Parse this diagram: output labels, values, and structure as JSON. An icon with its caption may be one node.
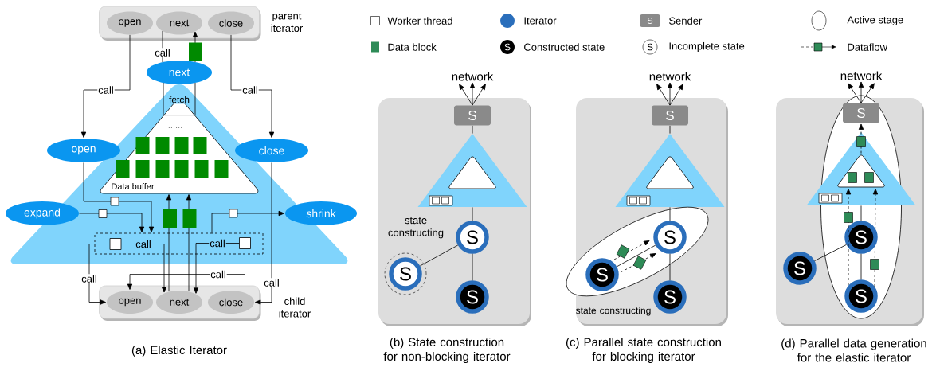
{
  "diagram": {
    "nodes": [
      {
        "text": [
          "parent iterator"
        ]
      },
      {
        "text": [
          "open"
        ],
        "in": 0
      },
      {
        "text": [
          "next"
        ],
        "in": 0
      },
      {
        "text": [
          "close"
        ],
        "in": 0
      },
      {
        "text": [
          "next"
        ]
      },
      {
        "text": [
          "open"
        ]
      },
      {
        "text": [
          "close"
        ]
      },
      {
        "text": [
          "Data buffer"
        ]
      },
      {
        "text": [
          "expand"
        ]
      },
      {
        "text": [
          "shrink"
        ]
      },
      {
        "text": [],
        "shape": "box"
      },
      {
        "text": [],
        "shape": "box",
        "in": 10
      },
      {
        "text": [],
        "shape": "box",
        "in": 10
      },
      {
        "text": [
          "child iterator"
        ]
      },
      {
        "text": [
          "open"
        ],
        "in": 13
      },
      {
        "text": [
          "next"
        ],
        "in": 13
      },
      {
        "text": [
          "close"
        ],
        "in": 13
      },
      {
        "text": [
          "network"
        ]
      },
      {
        "text": [
          "S"
        ]
      },
      {
        "text": [],
        "shape": "triangle"
      },
      {
        "text": [
          "S"
        ]
      },
      {
        "text": [
          "S"
        ],
        "beside": [
          "state constructing"
        ]
      },
      {
        "text": [
          "S"
        ]
      },
      {
        "text": [
          "network"
        ]
      },
      {
        "text": [
          "S"
        ]
      },
      {
        "text": [],
        "shape": "triangle"
      },
      {
        "text": [],
        "shape": "ellipse"
      },
      {
        "text": [
          "S"
        ],
        "in": 26
      },
      {
        "text": [
          "S"
        ],
        "in": 26
      },
      {
        "text": [
          "S"
        ]
      },
      {
        "text": [
          "network"
        ]
      },
      {
        "text": [],
        "shape": "ellipse"
      },
      {
        "text": [
          "S"
        ],
        "in": 31
      },
      {
        "text": [],
        "shape": "triangle"
      },
      {
        "text": [
          "S"
        ],
        "in": 31
      },
      {
        "text": [
          "S"
        ]
      },
      {
        "text": [
          "S"
        ],
        "in": 31
      }
    ],
    "edges": [
      {
        "from": 1,
        "to": 5,
        "arrow": "to",
        "label": "call"
      },
      {
        "from": 2,
        "to": 4,
        "arrow": "none",
        "label": "call"
      },
      {
        "from": 4,
        "to": 2,
        "arrow": "to"
      },
      {
        "from": 4,
        "to": 7,
        "arrow": "none",
        "label": "fetch"
      },
      {
        "from": 3,
        "to": 6,
        "arrow": "to",
        "label": "call"
      },
      {
        "from": 5,
        "to": 10,
        "arrow": "to"
      },
      {
        "from": 8,
        "to": 10,
        "arrow": "to"
      },
      {
        "from": 10,
        "to": 9,
        "arrow": "to"
      },
      {
        "from": 11,
        "to": 15,
        "arrow": "to",
        "label": "call"
      },
      {
        "from": 11,
        "to": 14,
        "arrow": "to",
        "label": "call"
      },
      {
        "from": 12,
        "to": 15,
        "arrow": "to",
        "label": "call"
      },
      {
        "from": 12,
        "to": 14,
        "arrow": "to",
        "label": "call"
      },
      {
        "from": 15,
        "to": 7,
        "arrow": "to"
      },
      {
        "from": 15,
        "to": 7,
        "arrow": "to"
      },
      {
        "from": 6,
        "to": 16,
        "arrow": "to",
        "label": "call"
      },
      {
        "from": 18,
        "to": 17,
        "arrow": "to"
      },
      {
        "from": 18,
        "to": 17,
        "arrow": "to"
      },
      {
        "from": 18,
        "to": 17,
        "arrow": "to"
      },
      {
        "from": 18,
        "to": 19,
        "arrow": "none"
      },
      {
        "from": 19,
        "to": 20,
        "arrow": "none"
      },
      {
        "from": 20,
        "to": 22,
        "arrow": "none"
      },
      {
        "from": 20,
        "to": 21,
        "arrow": "none"
      },
      {
        "from": 24,
        "to": 23,
        "arrow": "to"
      },
      {
        "from": 24,
        "to": 23,
        "arrow": "to"
      },
      {
        "from": 24,
        "to": 23,
        "arrow": "to"
      },
      {
        "from": 24,
        "to": 25,
        "arrow": "none"
      },
      {
        "from": 25,
        "to": 27,
        "arrow": "none"
      },
      {
        "from": 27,
        "to": 29,
        "arrow": "none"
      },
      {
        "from": 28,
        "to": 27,
        "arrow": "none"
      },
      {
        "from": 28,
        "to": 27,
        "arrow": "to",
        "style": "dashed"
      },
      {
        "from": 28,
        "to": 27,
        "arrow": "to",
        "style": "dashed"
      },
      {
        "from": 32,
        "to": 30,
        "arrow": "to"
      },
      {
        "from": 32,
        "to": 30,
        "arrow": "to"
      },
      {
        "from": 32,
        "to": 30,
        "arrow": "to"
      },
      {
        "from": 33,
        "to": 32,
        "arrow": "to",
        "style": "dashed"
      },
      {
        "from": 33,
        "to": 34,
        "arrow": "none"
      },
      {
        "from": 34,
        "to": 36,
        "arrow": "none"
      },
      {
        "from": 35,
        "to": 34,
        "arrow": "none"
      },
      {
        "from": 36,
        "to": 33,
        "arrow": "to",
        "style": "dashed"
      },
      {
        "from": 36,
        "to": 33,
        "arrow": "to",
        "style": "dashed"
      }
    ],
    "labels": [
      "S",
      "S",
      "S",
      "......",
      "state constructing",
      "(a) Elastic Iterator",
      "(b) State construction for non-blocking iterator",
      "(c) Parallel state construction for blocking iterator",
      "(d) Parallel data generation for the elastic iterator"
    ],
    "legend": [
      {
        "text": "Worker thread"
      },
      {
        "text": "Iterator",
        "color": "#2a6ebb"
      },
      {
        "text": "Sender"
      },
      {
        "text": "Active stage"
      },
      {
        "text": "Data block",
        "color": "#2e8b57"
      },
      {
        "text": "Constructed state"
      },
      {
        "text": "Incomplete state"
      },
      {
        "text": "Dataflow"
      }
    ]
  }
}
